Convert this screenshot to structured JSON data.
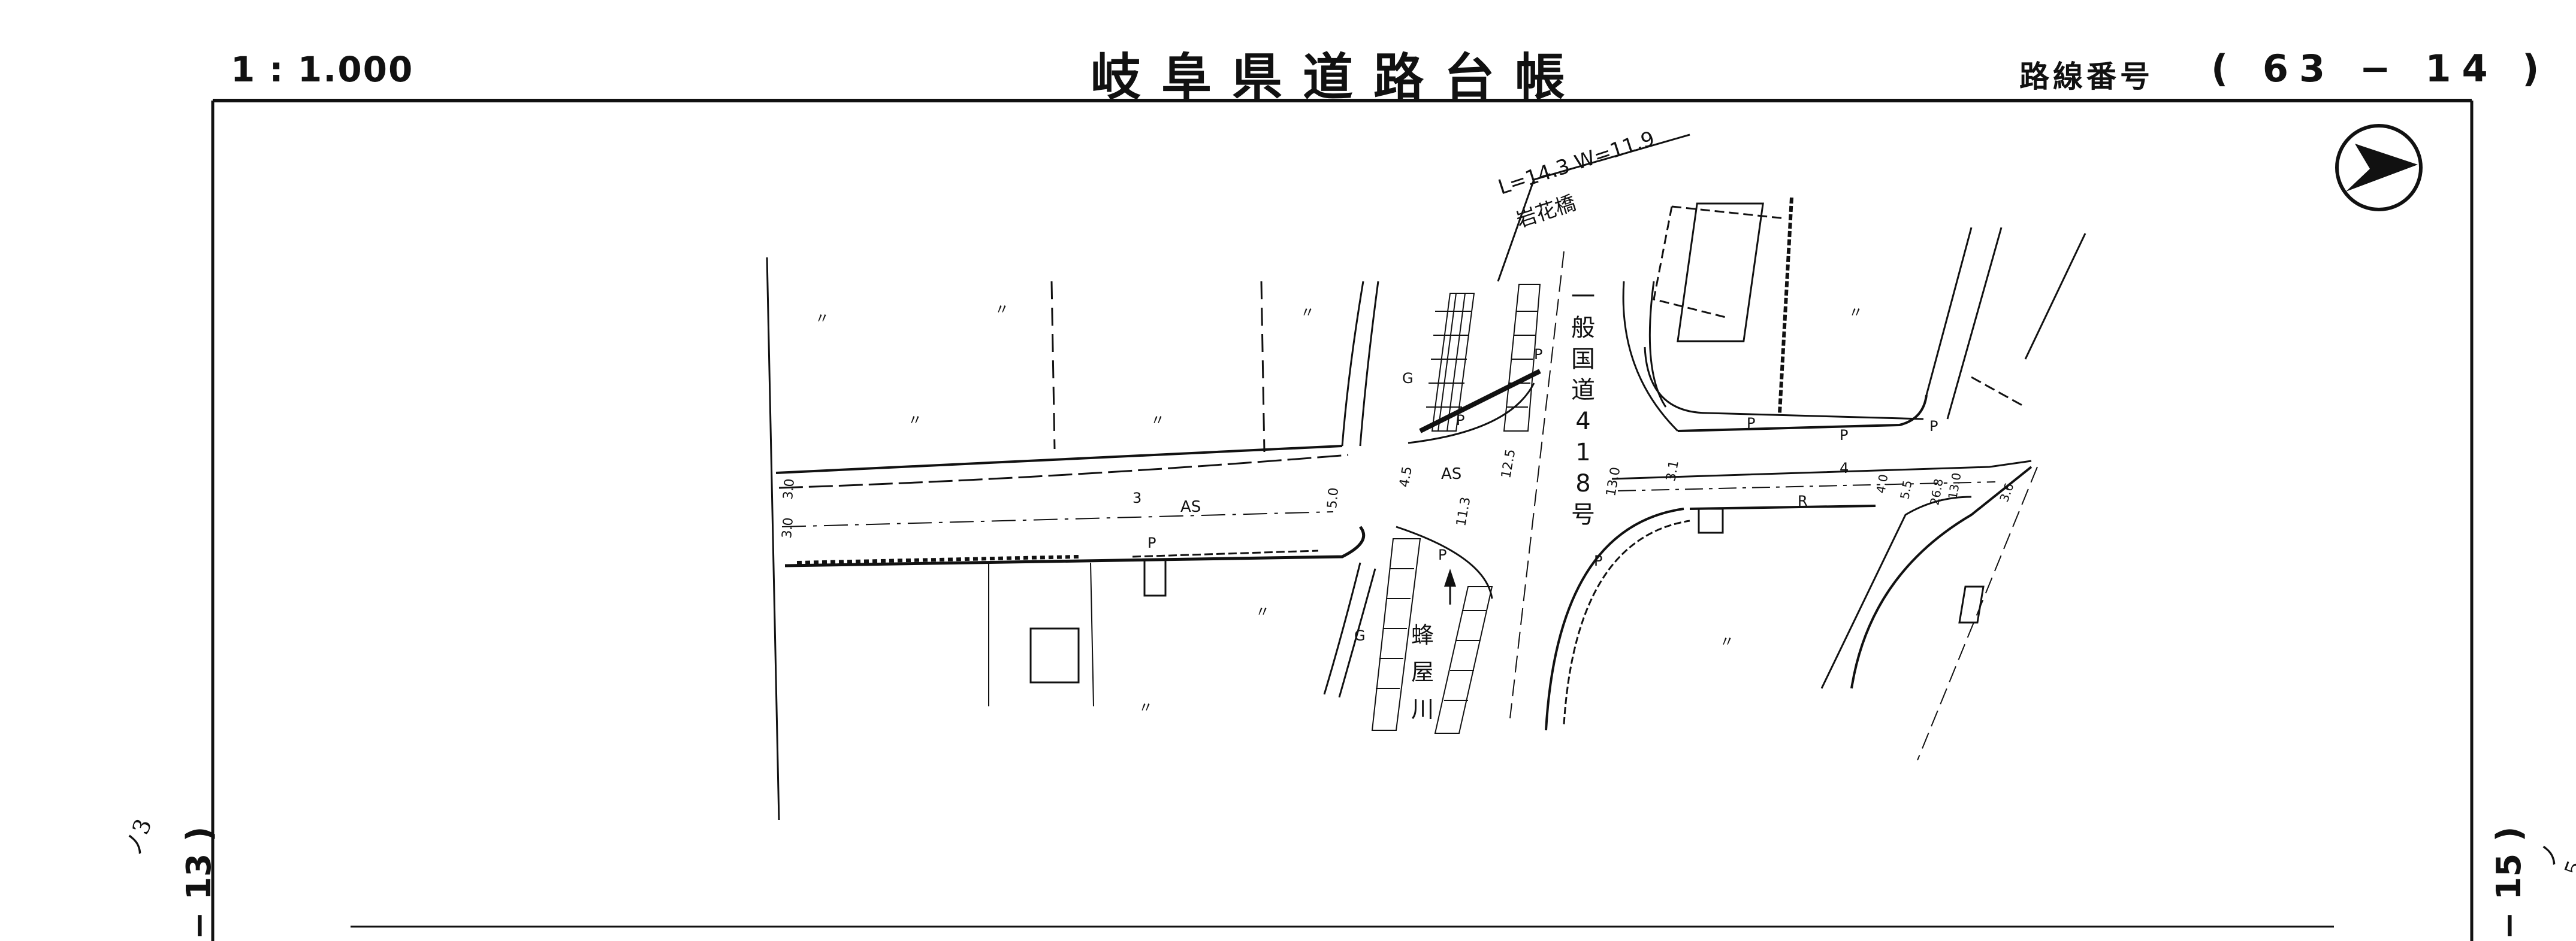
{
  "header": {
    "scale": "1 : 1.000",
    "title": "岐阜県道路台帳",
    "route_label": "路線番号",
    "route_number": "( 63 − 14 )"
  },
  "side": {
    "left_sheet": "− 13 )",
    "left_hand": "ノ3",
    "right_sheet": "− 15 )",
    "right_hand": "ノ5"
  },
  "map": {
    "bridge_dims": "L=14.3 W=11.9",
    "bridge_name": "岩花橋",
    "national_road": "一般国道418号",
    "river": "蜂屋川",
    "surface_as": "AS",
    "lane_g": "G",
    "parking_p": "P",
    "r_mark": "R",
    "ditto": "〃",
    "num_3": "3",
    "num_4": "4",
    "w_left_top": "3.0",
    "w_left_bottom": "3.0",
    "w_mid": "5.0",
    "w_a": "4.5",
    "w_b": "11.3",
    "w_c": "12.5",
    "w_d": "13.0",
    "w_e": "3.1",
    "w_f": "4.0",
    "w_g": "5.5",
    "w_h": "26.8",
    "w_i": "13.0",
    "w_j": "3.6"
  },
  "compass": {
    "icon": "north-arrow-icon"
  }
}
